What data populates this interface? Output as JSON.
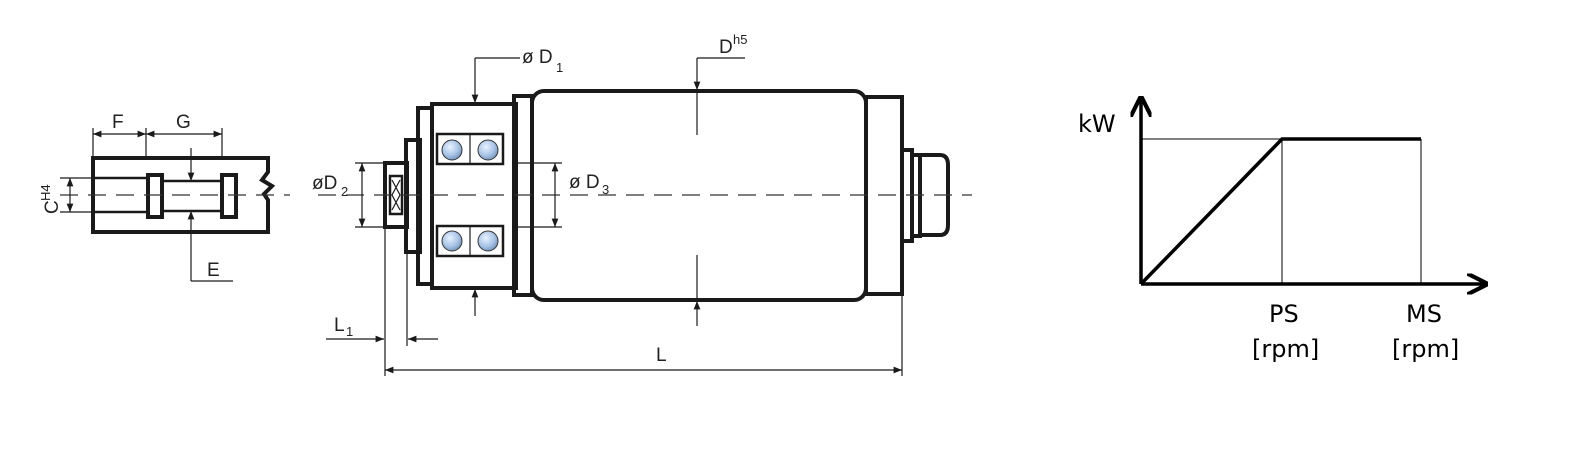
{
  "collet_view": {
    "label_F": "F",
    "label_G": "G",
    "label_E": "E",
    "label_C": "C",
    "label_C_sup": "H4"
  },
  "spindle_view": {
    "label_D1_prefix": "ø D",
    "label_D1_sub": "1",
    "label_D": "D",
    "label_D_sup": "h5",
    "label_D2_prefix": "øD",
    "label_D2_sub": "2",
    "label_D3_prefix": "ø D",
    "label_D3_sub": "3",
    "label_L1": "L",
    "label_L1_sub": "1",
    "label_L": "L"
  },
  "power_graph": {
    "y_label": "kW",
    "x_tick_1": "PS",
    "x_tick_1_unit": "[rpm]",
    "x_tick_2": "MS",
    "x_tick_2_unit": "[rpm]"
  }
}
